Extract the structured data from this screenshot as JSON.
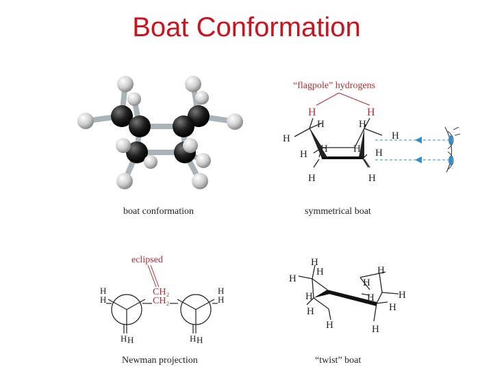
{
  "slide": {
    "title": "Boat Conformation"
  },
  "panels": {
    "ball_stick": {
      "caption": "boat conformation"
    },
    "symmetrical": {
      "caption": "symmetrical boat",
      "annotation": "“flagpole” hydrogens",
      "atom": "H"
    },
    "newman": {
      "caption": "Newman projection",
      "annotation": "eclipsed",
      "group_top": "CH₂",
      "group_bottom": "CH₂",
      "atom": "H"
    },
    "twist": {
      "caption": "“twist” boat",
      "atom": "H"
    }
  },
  "colors": {
    "title": "#d0111b",
    "annotation": "#c0282f",
    "view_arrow": "#2a8fd6"
  }
}
